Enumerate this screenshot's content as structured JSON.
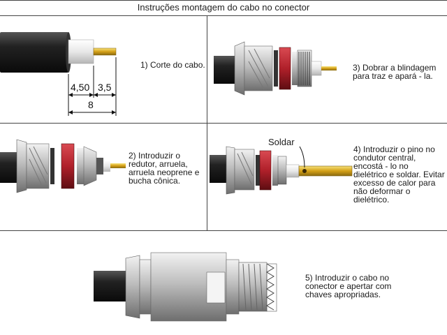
{
  "title": "Instruções montagem do cabo no conector",
  "steps": {
    "s1": "1) Corte do cabo.",
    "s2": [
      "2) Introduzir o",
      "redutor, arruela,",
      "arruela neoprene e",
      "bucha cônica."
    ],
    "s3": [
      "3) Dobrar a blindagem",
      "para traz e apará - la."
    ],
    "s4": [
      "4) Introduzir o pino no",
      "condutor central,",
      "encostá - lo no",
      "dielétrico e soldar. Evitar",
      "excesso de calor para",
      "não deformar o",
      "dielétrico."
    ],
    "s5": [
      "5) Introduzir o cabo no",
      "conector e apertar com",
      "chaves apropriadas."
    ]
  },
  "dimensions": {
    "d1": "4,50",
    "d2": "3,5",
    "total": "8"
  },
  "solder_label": "Soldar",
  "colors": {
    "red_washer": "#b0202a",
    "gold_pin": "#d4a017",
    "cable_black": "#1b1b1b"
  }
}
